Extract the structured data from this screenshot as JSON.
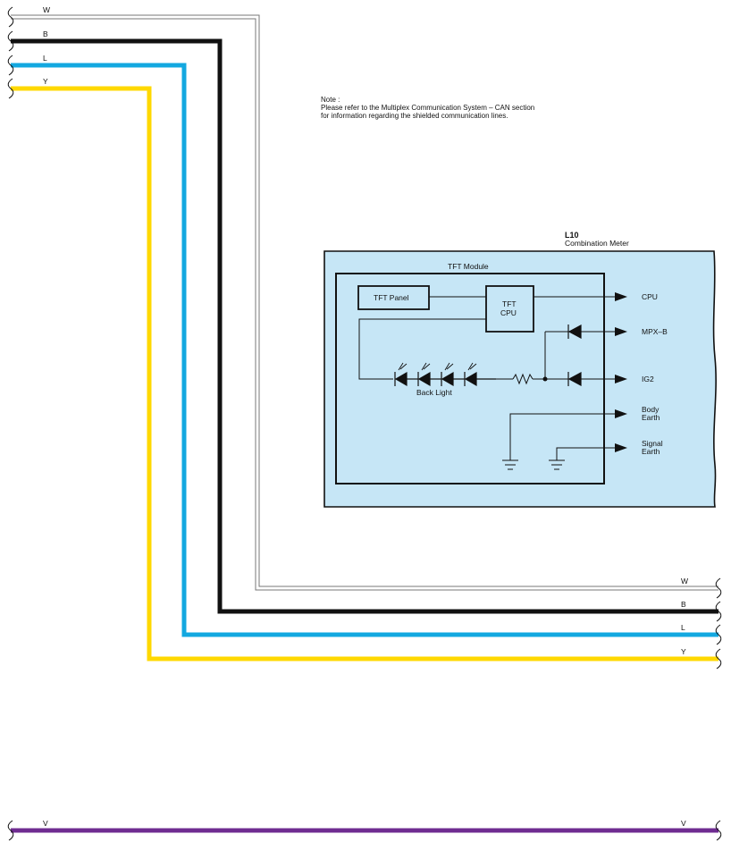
{
  "wires": [
    {
      "code": "W",
      "color": "#ffffff",
      "outline": "#555555"
    },
    {
      "code": "B",
      "color": "#111111"
    },
    {
      "code": "L",
      "color": "#13a8e0"
    },
    {
      "code": "Y",
      "color": "#ffd800"
    },
    {
      "code": "V",
      "color": "#6f2c91"
    }
  ],
  "note": {
    "heading": "Note :",
    "line1": "Please refer to the Multiplex Communication System – CAN section",
    "line2": "for information regarding the shielded communication lines."
  },
  "component": {
    "id": "L10",
    "name": "Combination Meter",
    "fill": "#c6e6f6",
    "module_label": "TFT Module",
    "tft_panel": "TFT Panel",
    "tft_cpu_line1": "TFT",
    "tft_cpu_line2": "CPU",
    "back_light": "Back Light",
    "pins": {
      "cpu": "CPU",
      "mpxb": "MPX–B",
      "ig2": "IG2",
      "body_earth_1": "Body",
      "body_earth_2": "Earth",
      "signal_earth_1": "Signal",
      "signal_earth_2": "Earth"
    }
  }
}
